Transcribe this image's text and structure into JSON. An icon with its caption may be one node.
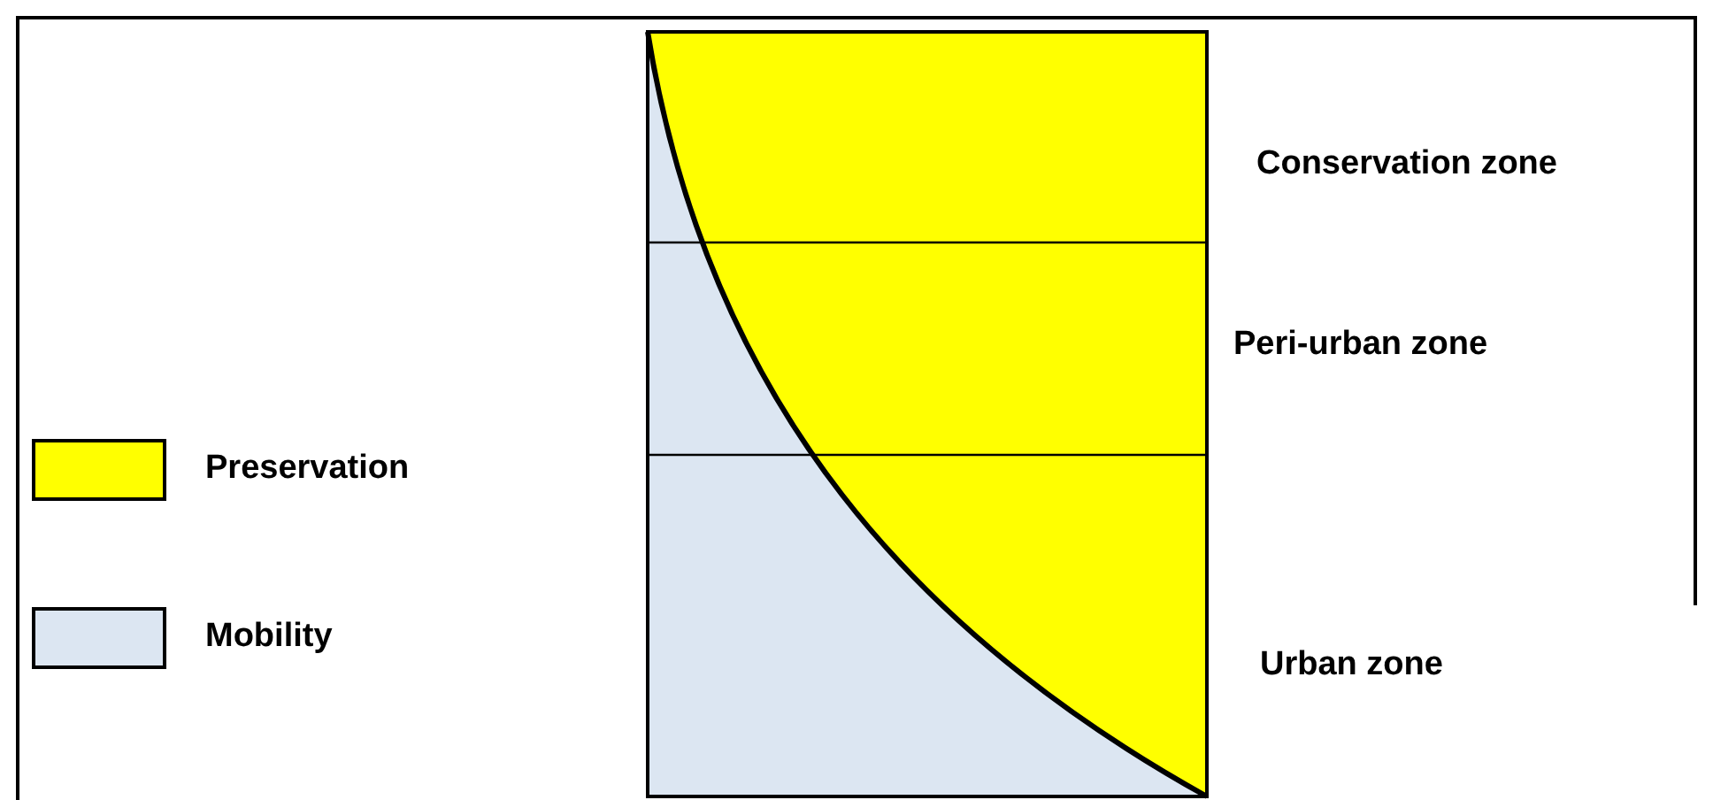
{
  "diagram": {
    "labels": [
      "Conservation zone",
      "Peri-urban zone",
      "Urban zone"
    ],
    "legend": [
      {
        "text": "Preservation",
        "color": "#ffff00"
      },
      {
        "text": "Mobility",
        "color": "#dce6f2"
      }
    ]
  }
}
